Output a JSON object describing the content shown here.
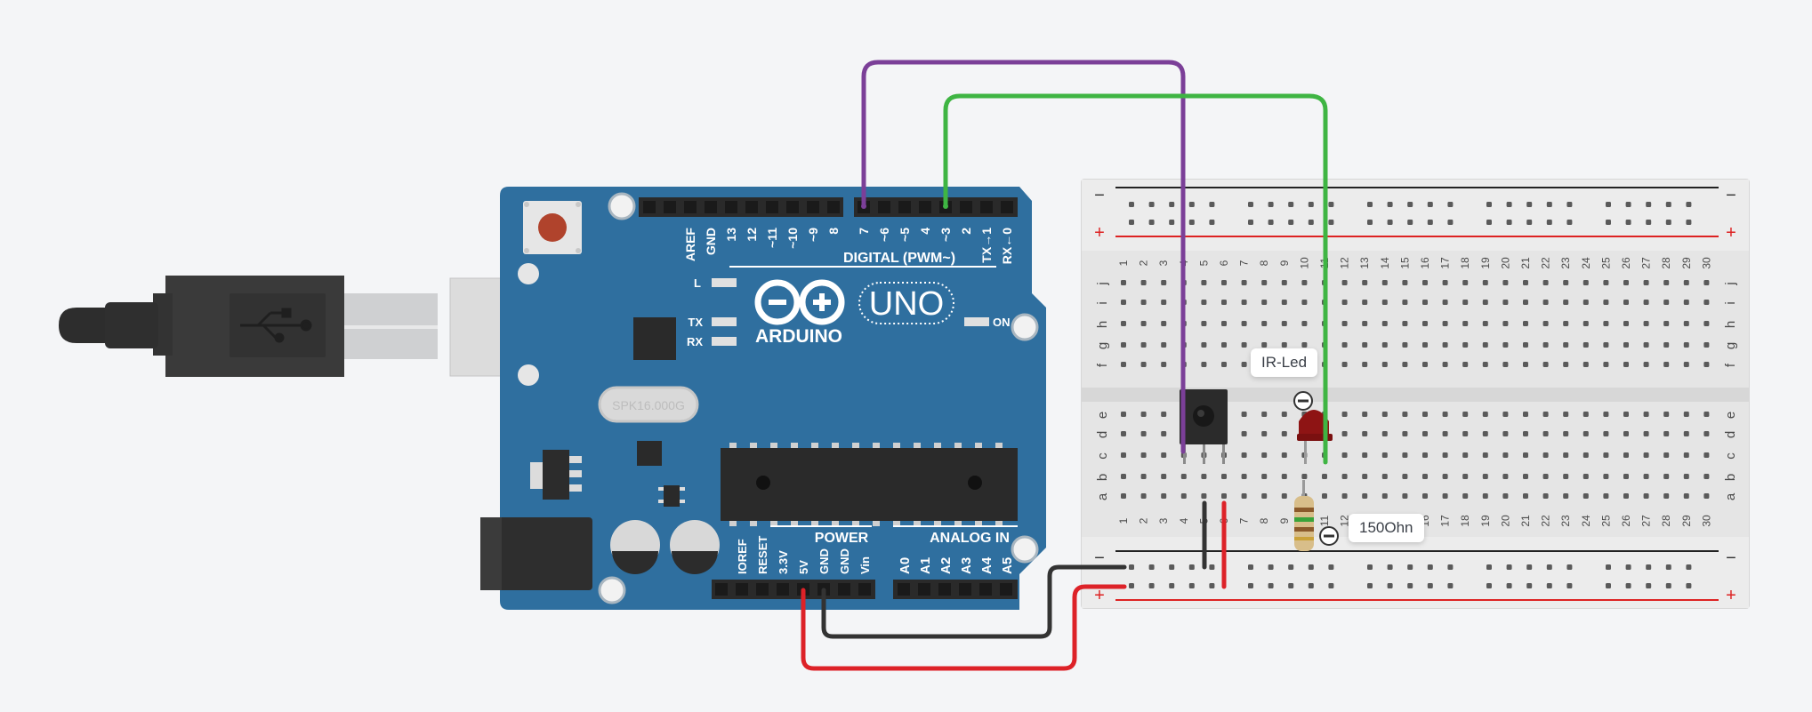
{
  "board": {
    "brand": "ARDUINO",
    "model": "UNO",
    "digital_header": "DIGITAL (PWM~)",
    "power_header": "POWER",
    "analog_header": "ANALOG IN",
    "crystal": "SPK16.000G",
    "led_l": "L",
    "led_tx": "TX",
    "led_rx": "RX",
    "led_on": "ON",
    "digital_pins": [
      "AREF",
      "GND",
      "13",
      "12",
      "~11",
      "~10",
      "~9",
      "8",
      "7",
      "~6",
      "~5",
      "4",
      "~3",
      "2",
      "TX→1",
      "RX←0"
    ],
    "power_pins": [
      "IOREF",
      "RESET",
      "3.3V",
      "5V",
      "GND",
      "GND",
      "Vin"
    ],
    "analog_pins": [
      "A0",
      "A1",
      "A2",
      "A3",
      "A4",
      "A5"
    ]
  },
  "breadboard": {
    "rail_minus": "−",
    "rail_plus": "+",
    "column_count": 30,
    "rows_top": [
      "j",
      "i",
      "h",
      "g",
      "f"
    ],
    "rows_bottom": [
      "e",
      "d",
      "c",
      "b",
      "a"
    ]
  },
  "components": {
    "ir_led_label": "IR-Led",
    "resistor_label": "150Ohn"
  },
  "colors": {
    "wire_purple": "#7b3f98",
    "wire_green": "#3fb543",
    "wire_red": "#dd2228",
    "wire_black": "#333333",
    "board_blue": "#2f6f9f"
  }
}
